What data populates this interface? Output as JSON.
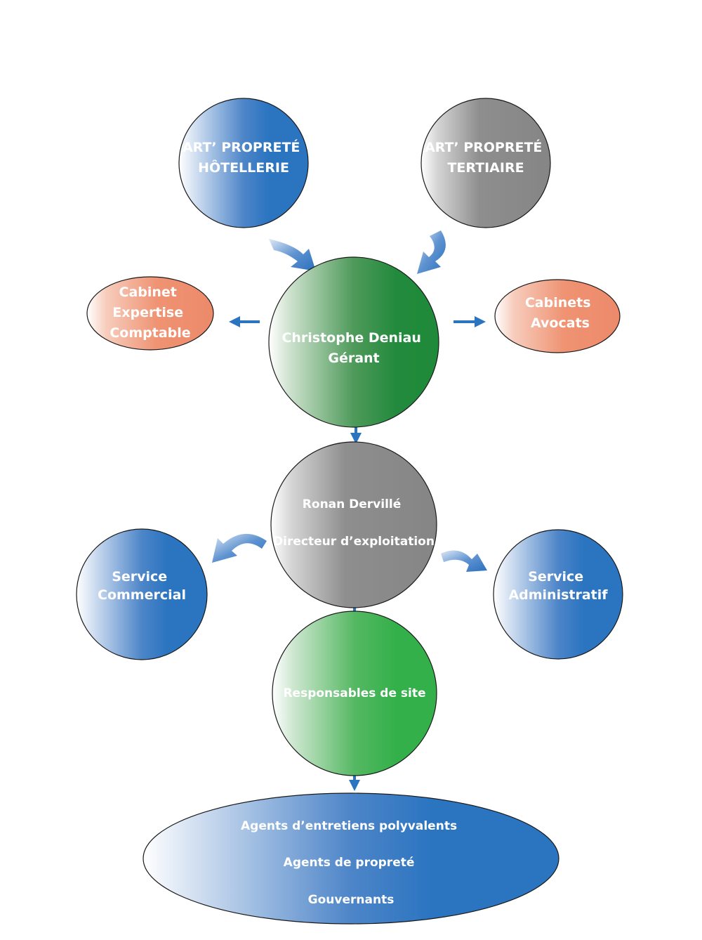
{
  "colors": {
    "blue": "#2a74c0",
    "gray": "#888888",
    "green_dark": "#218a3e",
    "green_light": "#34b04a",
    "salmon": "#ee8c6c",
    "arrow": "#2a74c0"
  },
  "nodes": {
    "hotellerie": {
      "lines": [
        "ART’ PROPRETÉ",
        "HÔTELLERIE"
      ]
    },
    "tertiaire": {
      "lines": [
        "ART’ PROPRETÉ",
        "TERTIAIRE"
      ]
    },
    "cabinet_expertise": {
      "lines": [
        "Cabinet",
        "Expertise",
        "Comptable"
      ]
    },
    "cabinets_avocats": {
      "lines": [
        "Cabinets",
        "Avocats"
      ]
    },
    "gerant": {
      "lines": [
        "Christophe Deniau",
        "Gérant"
      ]
    },
    "directeur": {
      "lines": [
        "Ronan Dervillé",
        "Directeur d’exploitation"
      ]
    },
    "service_commercial": {
      "lines": [
        "Service",
        "Commercial"
      ]
    },
    "service_administratif": {
      "lines": [
        "Service",
        "Administratif"
      ]
    },
    "responsables": {
      "lines": [
        "Responsables de site"
      ]
    },
    "agents": {
      "lines": [
        "Agents d’entretiens polyvalents",
        "Agents de propreté",
        "Gouvernants"
      ]
    }
  }
}
